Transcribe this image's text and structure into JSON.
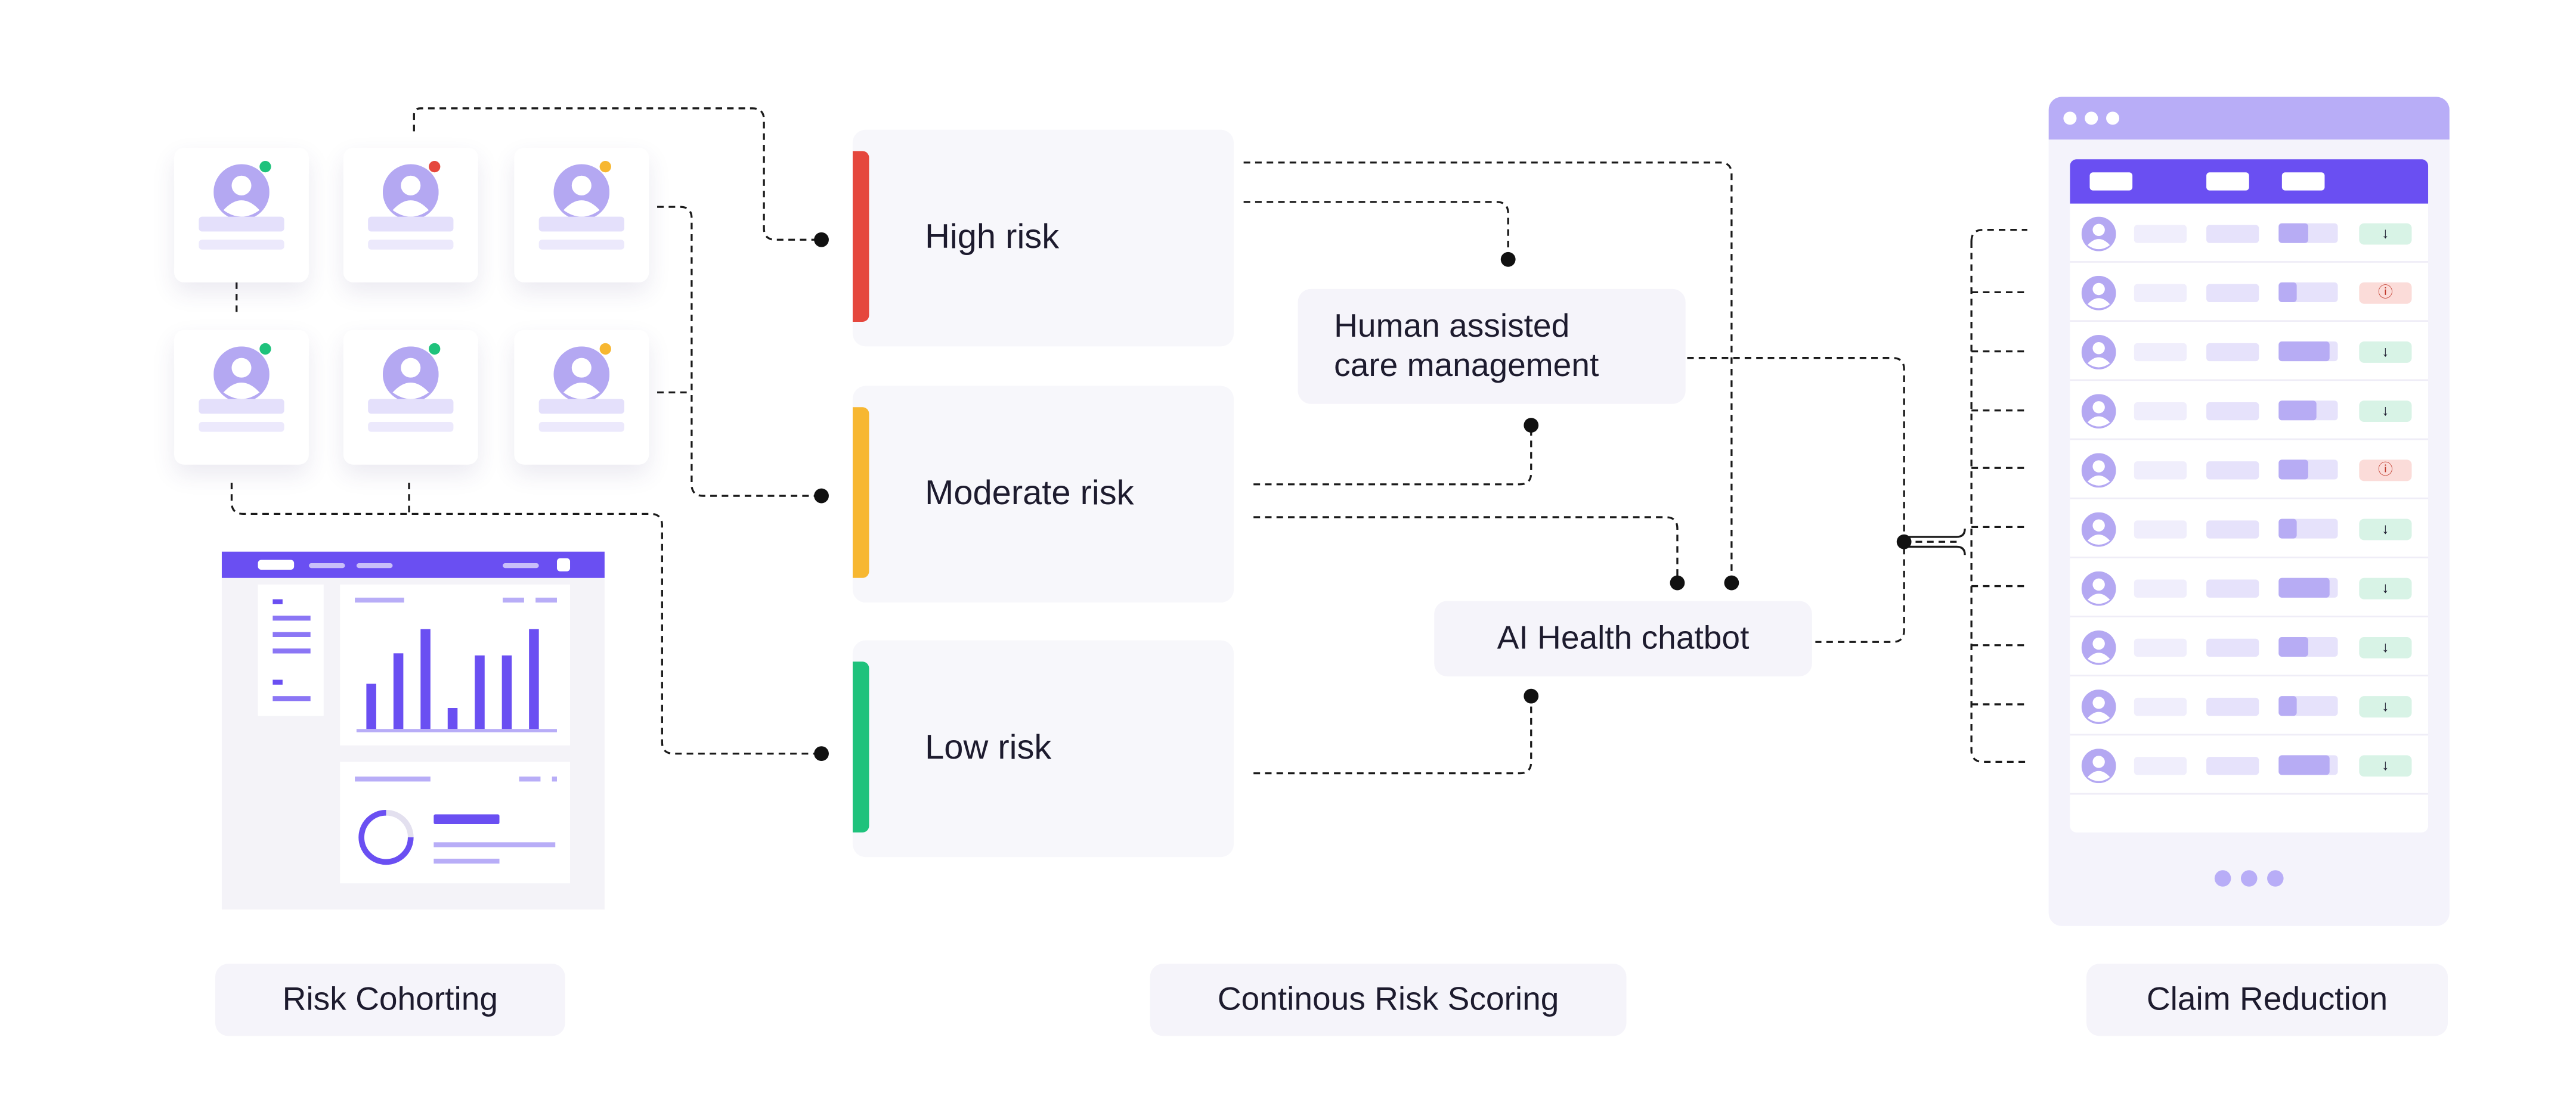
{
  "sections": {
    "cohorting": "Risk Cohorting",
    "scoring": "Continous Risk Scoring",
    "claims": "Claim Reduction"
  },
  "risk_levels": [
    {
      "label": "High risk",
      "color": "#e5473d"
    },
    {
      "label": "Moderate risk",
      "color": "#f7b731"
    },
    {
      "label": "Low risk",
      "color": "#1fc27c"
    }
  ],
  "nodes": {
    "human_care": [
      "Human assisted",
      "care management"
    ],
    "chatbot": "AI Health chatbot"
  },
  "patient_status_colors": [
    "#1fc27c",
    "#e5473d",
    "#f7b731",
    "#1fc27c",
    "#1fc27c",
    "#f7b731"
  ],
  "dashboard_chart": {
    "type": "bar",
    "values": [
      0.43,
      0.72,
      0.95,
      0.2,
      0.7,
      0.7,
      0.95
    ]
  },
  "claims_rows": [
    {
      "bar": 0.5,
      "status": "down"
    },
    {
      "bar": 0.3,
      "status": "alert"
    },
    {
      "bar": 0.85,
      "status": "down"
    },
    {
      "bar": 0.65,
      "status": "down"
    },
    {
      "bar": 0.5,
      "status": "alert"
    },
    {
      "bar": 0.3,
      "status": "down"
    },
    {
      "bar": 0.85,
      "status": "down"
    },
    {
      "bar": 0.5,
      "status": "down"
    },
    {
      "bar": 0.3,
      "status": "down"
    },
    {
      "bar": 0.85,
      "status": "down"
    }
  ],
  "colors": {
    "accent": "#6a4ff2",
    "accent_light": "#b8adf7",
    "good": "#d8f3e6",
    "alert": "#fbdcd9"
  }
}
